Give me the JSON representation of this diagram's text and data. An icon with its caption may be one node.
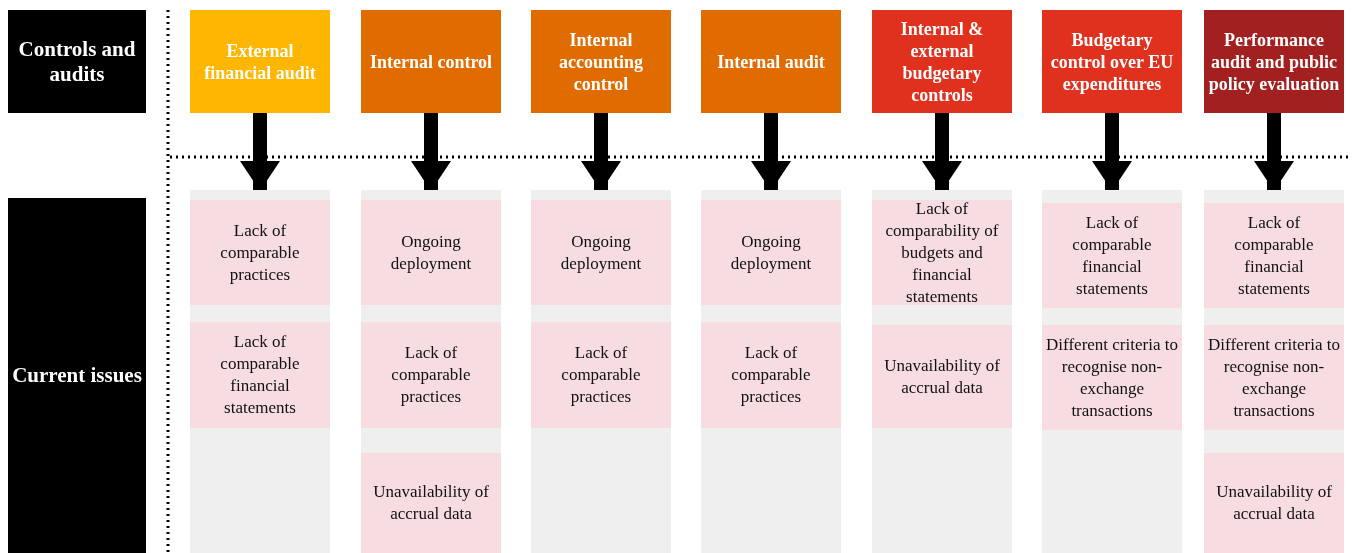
{
  "diagram": {
    "nodes": [
      {
        "text": [
          "Controls and audits"
        ]
      },
      {
        "text": [
          "External financial audit"
        ]
      },
      {
        "text": [
          "Internal control"
        ]
      },
      {
        "text": [
          "Internal accounting control"
        ]
      },
      {
        "text": [
          "Internal audit"
        ]
      },
      {
        "text": [
          "Internal & external budgetary controls"
        ]
      },
      {
        "text": [
          "Budgetary control over EU expenditures"
        ]
      },
      {
        "text": [
          "Performance audit and public policy evaluation"
        ]
      },
      {
        "text": [
          "Current issues"
        ]
      },
      {
        "text": [],
        "shape": "bar"
      },
      {
        "text": [
          "Lack of comparable practices"
        ],
        "in": 9
      },
      {
        "text": [
          "Lack of comparable financial statements"
        ],
        "in": 9
      },
      {
        "text": [],
        "shape": "bar"
      },
      {
        "text": [
          "Ongoing deployment"
        ],
        "in": 12
      },
      {
        "text": [
          "Lack of comparable practices"
        ],
        "in": 12
      },
      {
        "text": [
          "Unavailability of accrual data"
        ],
        "in": 12
      },
      {
        "text": [],
        "shape": "bar"
      },
      {
        "text": [
          "Ongoing deployment"
        ],
        "in": 16
      },
      {
        "text": [
          "Lack of comparable practices"
        ],
        "in": 16
      },
      {
        "text": [],
        "shape": "bar"
      },
      {
        "text": [
          "Ongoing deployment"
        ],
        "in": 19
      },
      {
        "text": [
          "Lack of comparable practices"
        ],
        "in": 19
      },
      {
        "text": [],
        "shape": "bar"
      },
      {
        "text": [
          "Lack of comparability of budgets and financial statements"
        ],
        "in": 22
      },
      {
        "text": [
          "Unavailability of accrual data"
        ],
        "in": 22
      },
      {
        "text": [],
        "shape": "bar"
      },
      {
        "text": [
          "Lack of comparable financial statements"
        ],
        "in": 25
      },
      {
        "text": [
          "Different criteria to recognise non-exchange transactions"
        ],
        "in": 25
      },
      {
        "text": [],
        "shape": "bar"
      },
      {
        "text": [
          "Lack of comparable financial statements"
        ],
        "in": 28
      },
      {
        "text": [
          "Different criteria to recognise non-exchange transactions"
        ],
        "in": 28
      },
      {
        "text": [
          "Unavailability of accrual data"
        ],
        "in": 28
      }
    ],
    "edges": [
      {
        "from": 1,
        "to": 9,
        "arrow": "to"
      },
      {
        "from": 2,
        "to": 12,
        "arrow": "to"
      },
      {
        "from": 3,
        "to": 16,
        "arrow": "to"
      },
      {
        "from": 4,
        "to": 19,
        "arrow": "to"
      },
      {
        "from": 5,
        "to": 22,
        "arrow": "to"
      },
      {
        "from": 6,
        "to": 25,
        "arrow": "to"
      },
      {
        "from": 7,
        "to": 28,
        "arrow": "to"
      }
    ]
  }
}
